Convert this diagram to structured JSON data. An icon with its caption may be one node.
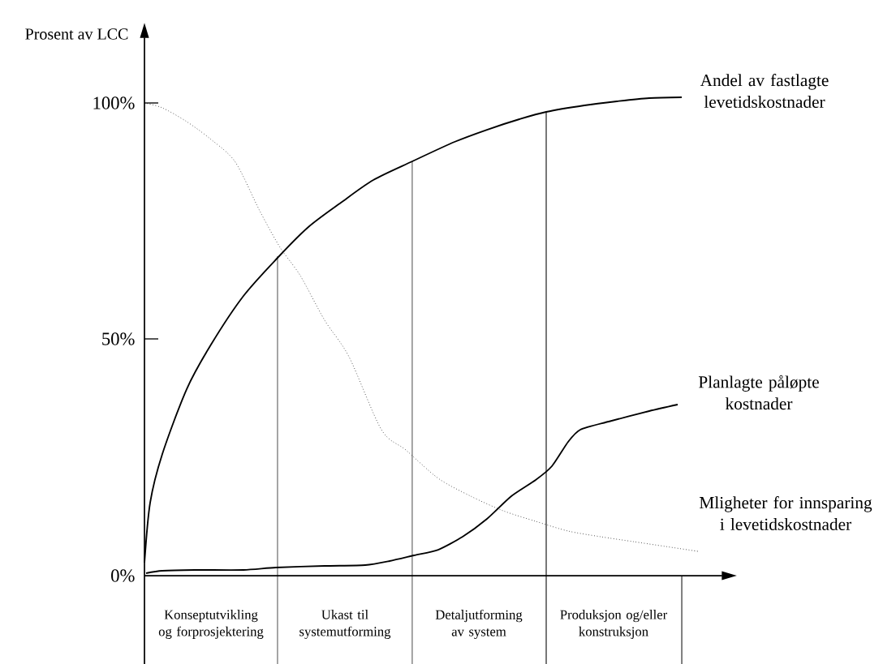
{
  "diagram": {
    "labels": [
      "Prosent av LCC",
      "Andel av fastlagte levetidskostnader",
      "100%",
      "50%",
      "Planlagte påløpte kostnader",
      "Mligheter for innsparing i levetidskostnader",
      "0%",
      "Konseptutvikling og forprosjektering",
      "Ukast til systemutforming",
      "Detaljutforming av system",
      "Produksjon og/eller konstruksjon"
    ]
  }
}
